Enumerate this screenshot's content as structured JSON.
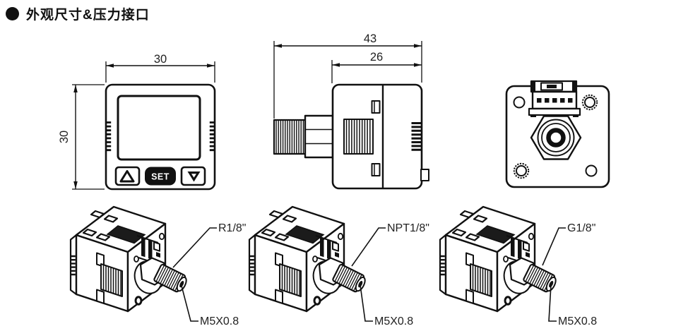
{
  "page": {
    "title": "外观尺寸&压力接口",
    "bullet_icon": "filled-circle"
  },
  "views": {
    "front": {
      "name": "front view",
      "dim_width": "30",
      "dim_height": "30",
      "buttons": {
        "up_icon": "up-triangle",
        "set_label": "SET",
        "down_icon": "down-triangle"
      }
    },
    "side": {
      "name": "side view",
      "dim_overall_length": "43",
      "dim_body_length": "26"
    },
    "back": {
      "name": "rear view",
      "features": [
        "5-pin-connector",
        "hex-pressure-port",
        "mounting-holes"
      ]
    }
  },
  "iso_views": [
    {
      "port_thread": "R1/8\"",
      "bottom_port_thread": "M5X0.8"
    },
    {
      "port_thread": "NPT1/8\"",
      "bottom_port_thread": "M5X0.8"
    },
    {
      "port_thread": "G1/8\"",
      "bottom_port_thread": "M5X0.8"
    }
  ],
  "colors": {
    "line": "#111111",
    "background": "#ffffff"
  }
}
